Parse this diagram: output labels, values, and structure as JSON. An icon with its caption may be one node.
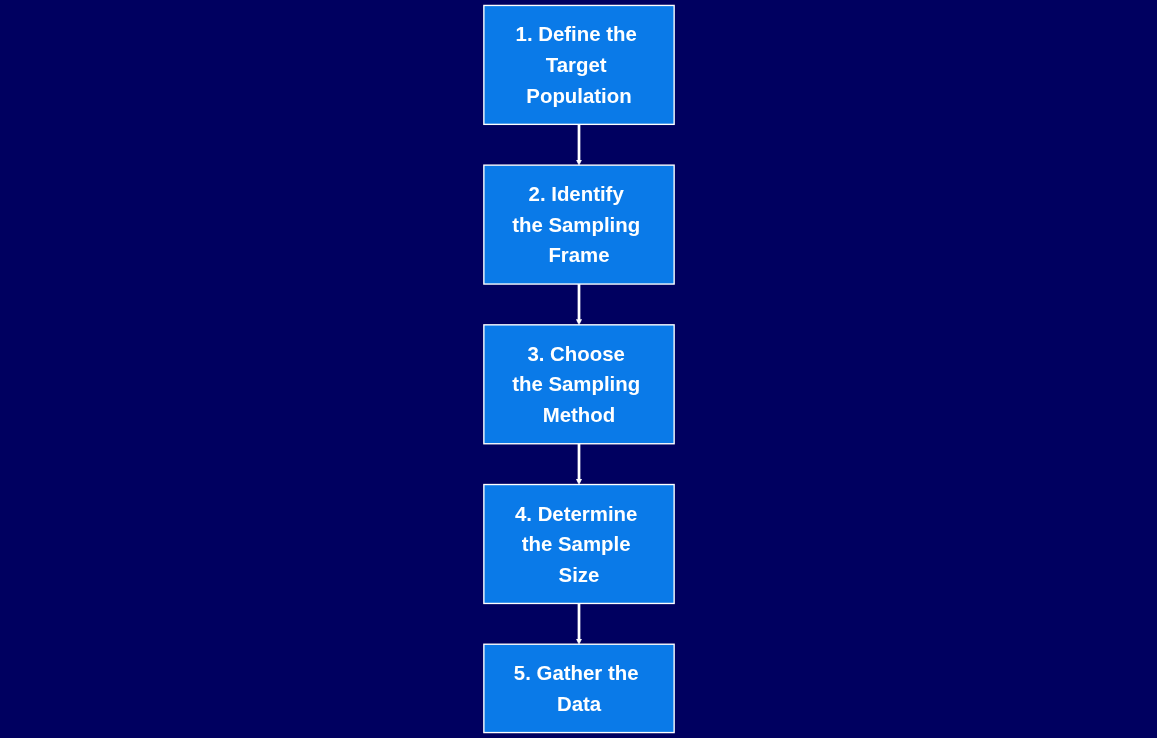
{
  "diagram": {
    "nodes": [
      {
        "text": [
          "1. Define the Target Population"
        ]
      },
      {
        "text": [
          "2. Identify the Sampling Frame"
        ]
      },
      {
        "text": [
          "3. Choose the Sampling Method"
        ]
      },
      {
        "text": [
          "4. Determine the Sample Size"
        ]
      },
      {
        "text": [
          "5. Gather the Data"
        ]
      }
    ],
    "edges": [
      {
        "from": 0,
        "to": 1,
        "arrow": "to"
      },
      {
        "from": 1,
        "to": 2,
        "arrow": "to"
      },
      {
        "from": 2,
        "to": 3,
        "arrow": "to"
      },
      {
        "from": 3,
        "to": 4,
        "arrow": "to"
      }
    ]
  }
}
